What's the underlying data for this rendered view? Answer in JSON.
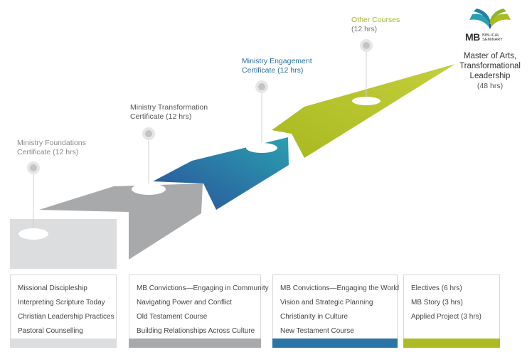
{
  "colors": {
    "foundations": "#dcdddf",
    "transformation": "#a8a9ab",
    "engagement_start": "#2b4f9a",
    "engagement_end": "#2aa0b0",
    "other": "#adbb23",
    "pin": "#cfcfcf"
  },
  "logo": {
    "icon": "open-book-icon",
    "mark": "MB",
    "name_line1": "BIBLICAL",
    "name_line2": "SEMINARY"
  },
  "stages": [
    {
      "title": "Ministry Foundations",
      "subtitle": "Certificate (12 hrs)"
    },
    {
      "title": "Ministry Transformation",
      "subtitle": "Certificate (12 hrs)"
    },
    {
      "title": "Ministry Engagement",
      "subtitle": "Certificate (12 hrs)"
    },
    {
      "title": "Other Courses",
      "subtitle": "(12 hrs)"
    }
  ],
  "master": {
    "line1": "Master of Arts,",
    "line2": "Transformational",
    "line3": "Leadership",
    "hours": "(48 hrs)"
  },
  "cards": [
    {
      "items": [
        "Missional Discipleship",
        "Interpreting Scripture Today",
        "Christian Leadership Practices",
        "Pastoral Counselling"
      ]
    },
    {
      "items": [
        "MB Convictions—Engaging in Community",
        "Navigating Power and Conflict",
        "Old Testament Course",
        "Building Relationships Across Culture"
      ]
    },
    {
      "items": [
        "MB Convictions—Engaging the World",
        "Vision and Strategic Planning",
        "Christianity in Culture",
        "New Testament Course"
      ]
    },
    {
      "items": [
        "Electives (6 hrs)",
        "MB Story (3 hrs)",
        "Applied Project (3 hrs)"
      ]
    }
  ]
}
